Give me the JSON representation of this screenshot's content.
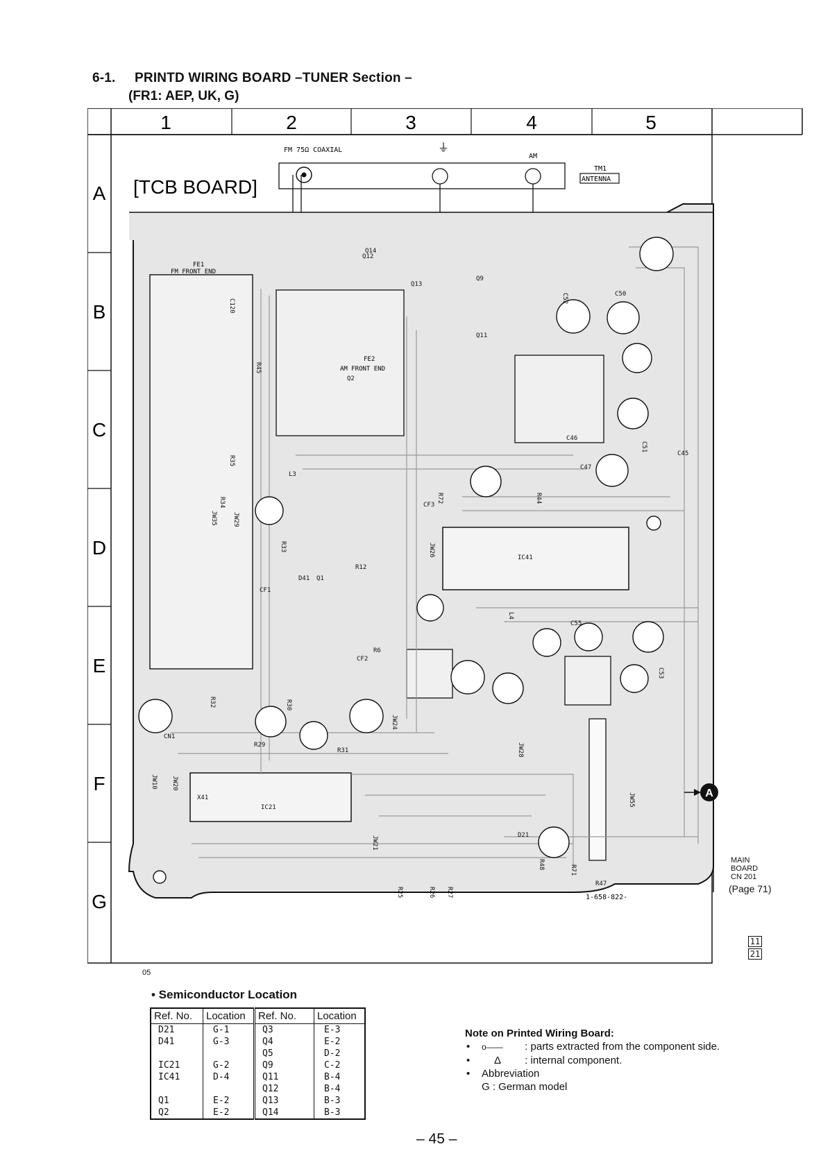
{
  "title": {
    "number": "6-1.",
    "main": "PRINTD  WIRING  BOARD  –TUNER Section –",
    "sub": "(FR1: AEP, UK, G)"
  },
  "grid": {
    "columns": [
      "1",
      "2",
      "3",
      "4",
      "5"
    ],
    "rows": [
      "A",
      "B",
      "C",
      "D",
      "E",
      "F",
      "G"
    ]
  },
  "board": {
    "name": "[TCB BOARD]",
    "part_number": "1-658-822-",
    "corner_code": "05",
    "fm_front_end": "FE1\nFM FRONT END",
    "am_front_end": "FE2\nAM FRONT END"
  },
  "antenna": {
    "fm": "FM 75Ω\nCOAXIAL",
    "ground": "⏚",
    "am": "AM",
    "terminal": "TM1",
    "terminal_box": "ANTENNA"
  },
  "connector": {
    "badge": "A",
    "lines": [
      "MAIN",
      "BOARD",
      "CN 201"
    ],
    "page": "(Page 71)",
    "stack": [
      "11",
      "21"
    ]
  },
  "component_labels": [
    "C120",
    "C52",
    "C50",
    "C51",
    "C53",
    "C55",
    "C47",
    "C46",
    "C45",
    "IC41",
    "IC21",
    "CF1",
    "CF2",
    "CF3",
    "R29",
    "R31",
    "R12",
    "R6",
    "R35",
    "R34",
    "R33",
    "R32",
    "R30",
    "R25",
    "R26",
    "R27",
    "R44",
    "R45",
    "R47",
    "R48",
    "R71",
    "R72",
    "JW10",
    "JW20",
    "JW21",
    "JW24",
    "JW26",
    "JW28",
    "JW29",
    "JW35",
    "JW55",
    "CN1",
    "L3",
    "L4",
    "X41",
    "D21",
    "D41",
    "Q1",
    "Q2",
    "Q9",
    "Q11",
    "Q12",
    "Q13",
    "Q14"
  ],
  "semiconductor": {
    "title": "• Semiconductor Location",
    "headers": [
      "Ref. No.",
      "Location",
      "Ref. No.",
      "Location"
    ],
    "left": [
      [
        "D21",
        "G-1"
      ],
      [
        "D41",
        "G-3"
      ],
      [
        "",
        ""
      ],
      [
        "IC21",
        "G-2"
      ],
      [
        "IC41",
        "D-4"
      ],
      [
        "",
        ""
      ],
      [
        "Q1",
        "E-2"
      ],
      [
        "Q2",
        "E-2"
      ]
    ],
    "right": [
      [
        "Q3",
        "E-3"
      ],
      [
        "Q4",
        "E-2"
      ],
      [
        "Q5",
        "D-2"
      ],
      [
        "Q9",
        "C-2"
      ],
      [
        "Q11",
        "B-4"
      ],
      [
        "Q12",
        "B-4"
      ],
      [
        "Q13",
        "B-3"
      ],
      [
        "Q14",
        "B-3"
      ]
    ]
  },
  "notes": {
    "title": "Note on Printed Wiring Board:",
    "items": [
      {
        "bullet": "•",
        "symbol": "o——",
        "text": ": parts extracted from the component side."
      },
      {
        "bullet": "•",
        "symbol": "Δ",
        "text": ": internal component."
      },
      {
        "bullet": "•",
        "symbol": "",
        "text": "Abbreviation"
      },
      {
        "bullet": "",
        "symbol": "",
        "text": "G : German model"
      }
    ]
  },
  "page_number": "– 45 –",
  "colors": {
    "ink": "#111111",
    "board_fill": "#e6e6e6",
    "trace": "#9a9a9a",
    "paper": "#ffffff"
  }
}
